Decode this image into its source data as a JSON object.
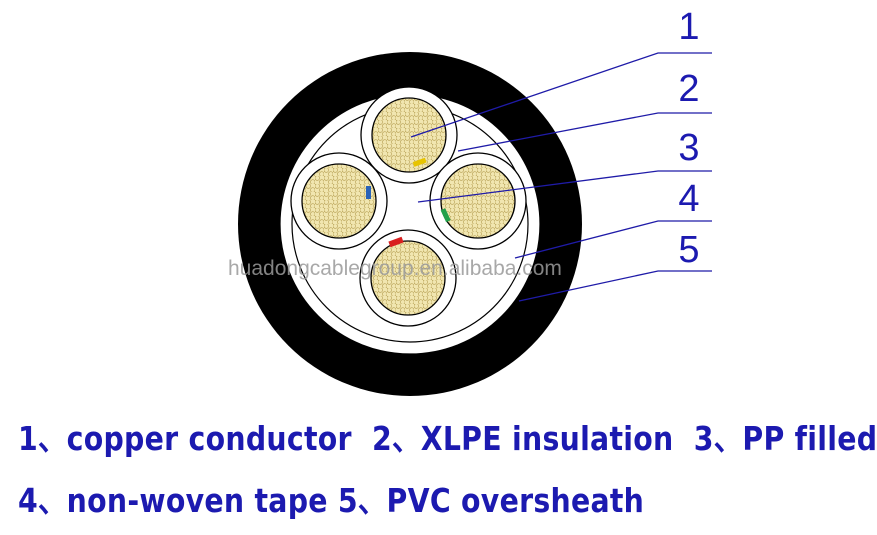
{
  "callouts": [
    "1",
    "2",
    "3",
    "4",
    "5"
  ],
  "watermark": "huadongcablegroup.en.alibaba.com",
  "legend": {
    "line1": "1、copper conductor  2、XLPE insulation  3、PP filled",
    "line2": "4、non-woven tape 5、PVC oversheath"
  },
  "colors": {
    "label_blue": "#1c1ab0",
    "leader_line": "#1f1ba8",
    "sheath": "#000000",
    "conductor_fill": "#f1e6b0",
    "core_marker_yellow": "#e7c400",
    "core_marker_blue": "#2a63b8",
    "core_marker_green": "#22a04a",
    "core_marker_red": "#d91f1f"
  }
}
